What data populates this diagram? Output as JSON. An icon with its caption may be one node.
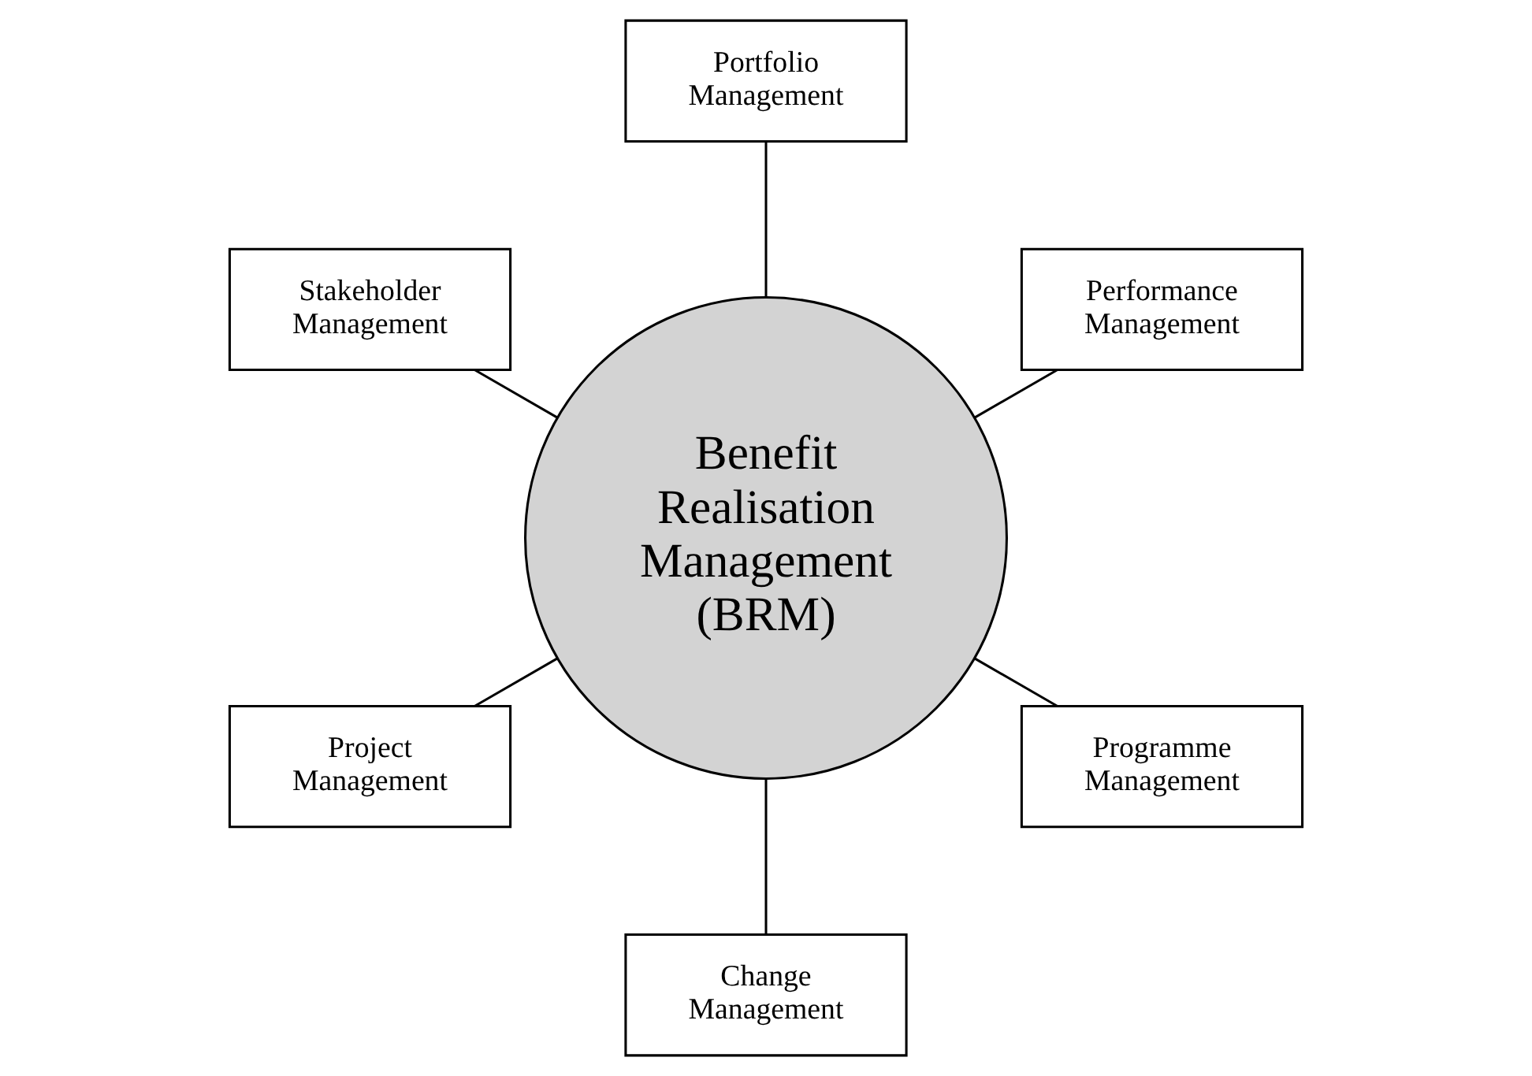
{
  "diagram": {
    "nodes": [
      {
        "text": [
          "Performance Management"
        ]
      },
      {
        "text": [
          "Portfolio Management"
        ]
      },
      {
        "text": [
          "Stakeholder Management"
        ]
      },
      {
        "text": [
          "Benefit Realisation Management (BRM)"
        ]
      },
      {
        "text": [
          "Project Management"
        ]
      },
      {
        "text": [
          "Change Management"
        ]
      },
      {
        "text": [
          "Programme Management"
        ]
      }
    ],
    "edges": [
      {
        "from": 3,
        "to": 0,
        "arrow": "none"
      },
      {
        "from": 3,
        "to": 2,
        "arrow": "none"
      },
      {
        "from": 3,
        "to": 5,
        "arrow": "none"
      },
      {
        "from": 3,
        "to": 6,
        "arrow": "none"
      },
      {
        "from": 3,
        "to": 4,
        "arrow": "none"
      },
      {
        "from": 3,
        "to": 1,
        "arrow": "none"
      }
    ]
  }
}
